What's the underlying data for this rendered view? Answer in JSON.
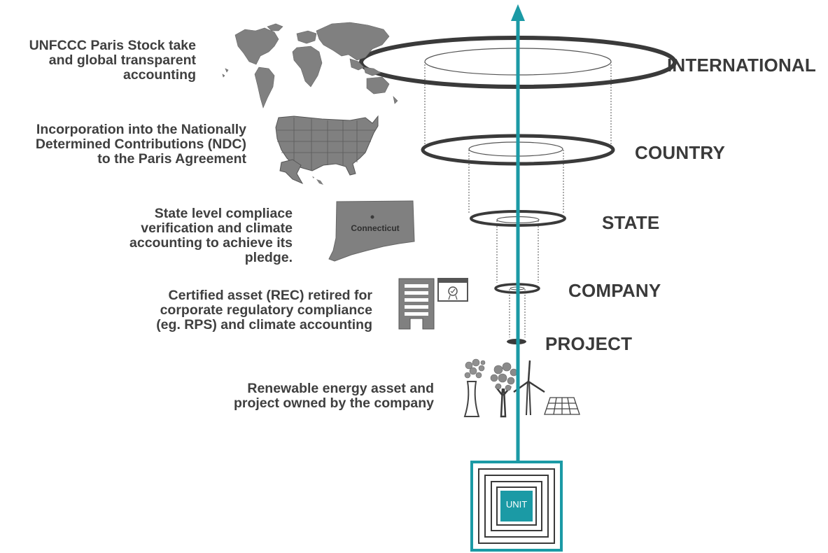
{
  "levels": [
    {
      "label": "INTERNATIONAL",
      "description": "UNFCCC Paris Stock take and global transparent accounting"
    },
    {
      "label": "COUNTRY",
      "description": "Incorporation into the Nationally Determined Contributions (NDC) to the Paris Agreement"
    },
    {
      "label": "STATE",
      "description": "State level compliace verification and climate accounting to achieve its pledge."
    },
    {
      "label": "COMPANY",
      "description": "Certified asset (REC) retired for corporate regulatory compliance (eg. RPS) and climate accounting"
    },
    {
      "label": "PROJECT",
      "description": ""
    },
    {
      "label": "",
      "description": "Renewable energy asset and project owned by the company"
    }
  ],
  "state_map_label": "Connecticut",
  "unit_label": "UNIT",
  "icons": [
    "world-map-icon",
    "usa-map-icon",
    "connecticut-map-icon",
    "office-building-icon",
    "certificate-icon",
    "biomass-plant-icon",
    "tree-icon",
    "wind-turbine-icon",
    "solar-panel-icon",
    "arrow-up-icon"
  ],
  "colors": {
    "accent": "#1b9aa5",
    "ring": "#3a3a3a",
    "map_fill": "#808080",
    "text": "#3f3f3f"
  }
}
